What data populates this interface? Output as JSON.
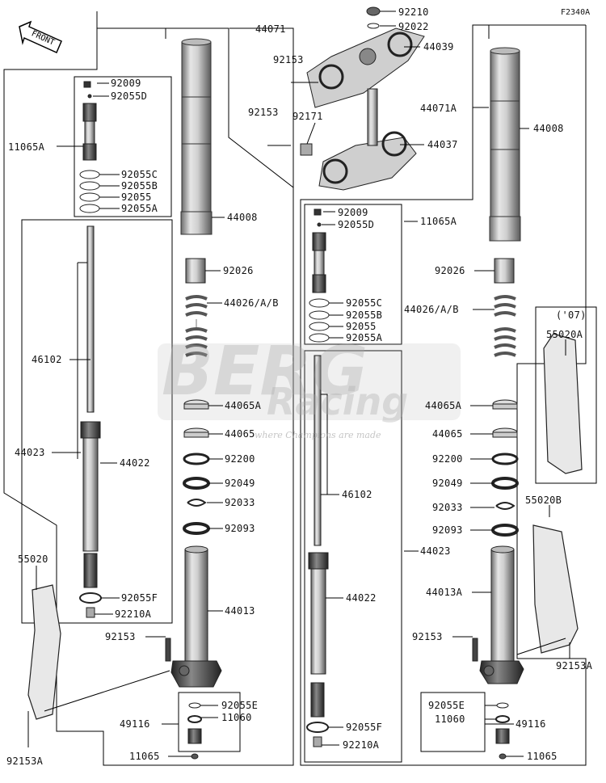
{
  "diagram_code": "F2340A",
  "front_arrow_label": "FRONT",
  "watermark": {
    "brand": "BERG",
    "sub": "Racing",
    "tagline": "where Champions are made"
  },
  "top_clamp_note": "('07)",
  "labels": {
    "l1": "92210",
    "l2": "92022",
    "l3": "44071",
    "l4": "44039",
    "l5": "92153",
    "l6": "92009",
    "l7": "92055D",
    "l8": "92153",
    "l9": "92171",
    "l10": "44071A",
    "l11": "44008",
    "l12": "11065A",
    "l13": "44037",
    "l14": "92055C",
    "l15": "92055B",
    "l16": "92055",
    "l17": "92055A",
    "l18": "92009",
    "l19": "92055D",
    "l20": "11065A",
    "l21": "44008",
    "l22": "92026",
    "l23": "92026",
    "l24": "44026/A/B",
    "l25": "44026/A/B",
    "l26": "92055C",
    "l27": "92055B",
    "l28": "92055",
    "l29": "92055A",
    "l30": "55020A",
    "l31": "46102",
    "l32": "44065A",
    "l33": "44065A",
    "l34": "44065",
    "l35": "44065",
    "l36": "44023",
    "l37": "44022",
    "l38": "92200",
    "l39": "92200",
    "l40": "92049",
    "l41": "92049",
    "l42": "46102",
    "l43": "92033",
    "l44": "92033",
    "l45": "55020B",
    "l46": "92093",
    "l47": "92093",
    "l48": "44023",
    "l49": "55020",
    "l50": "44022",
    "l51": "44013A",
    "l52": "92055F",
    "l53": "44013",
    "l54": "92210A",
    "l55": "92153",
    "l56": "92153",
    "l57": "92153A",
    "l58": "92055E",
    "l59": "92055E",
    "l60": "49116",
    "l61": "11060",
    "l62": "11060",
    "l63": "49116",
    "l64": "92055F",
    "l65": "92210A",
    "l66": "11065",
    "l67": "11065",
    "l68": "92153A"
  }
}
